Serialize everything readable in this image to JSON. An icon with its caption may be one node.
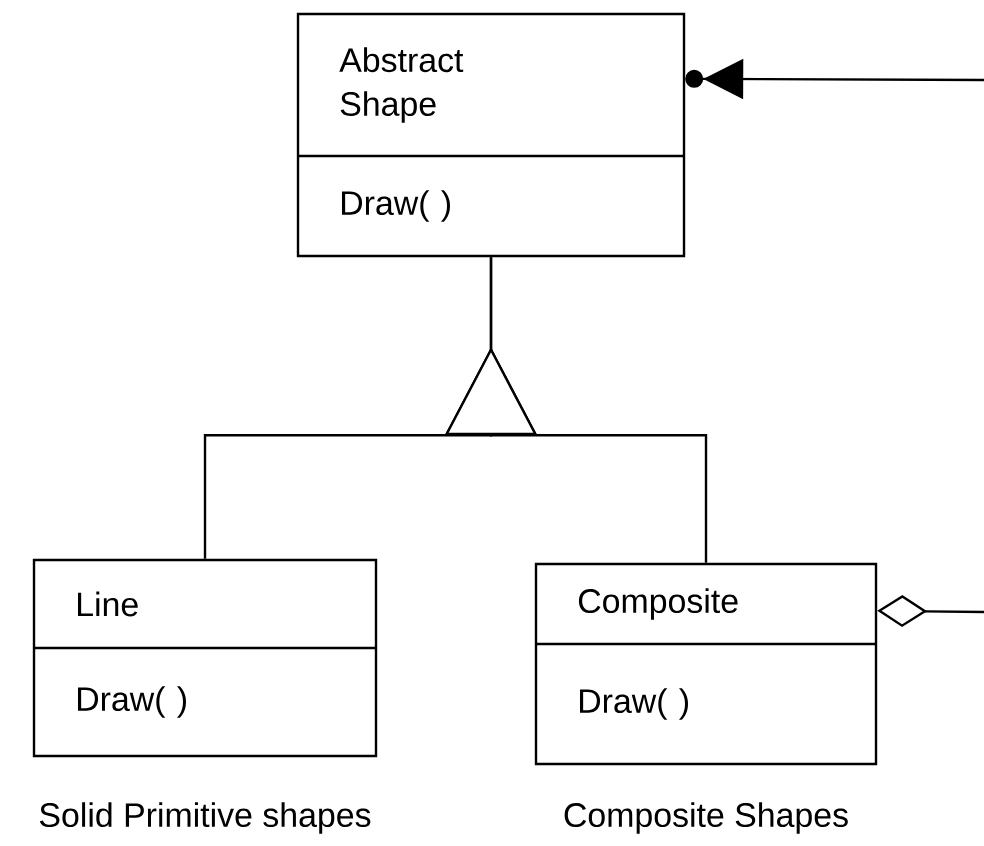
{
  "diagram": {
    "nodes": [
      {
        "text": [
          "Abstract Shape",
          "Draw( )"
        ]
      },
      {
        "text": [
          "Line",
          "Draw( )"
        ],
        "beside": [
          "Solid Primitive shapes"
        ]
      },
      {
        "text": [
          "Composite",
          "Draw( )"
        ],
        "beside": [
          "Composite Shapes"
        ]
      }
    ],
    "edges": [
      {
        "from": 1,
        "to": 0,
        "arrow": "to"
      },
      {
        "from": 2,
        "to": 0,
        "arrow": "to"
      },
      {
        "from": null,
        "to": 0,
        "arrow": "to"
      },
      {
        "from": 2,
        "to": null,
        "arrow": "other"
      }
    ]
  }
}
